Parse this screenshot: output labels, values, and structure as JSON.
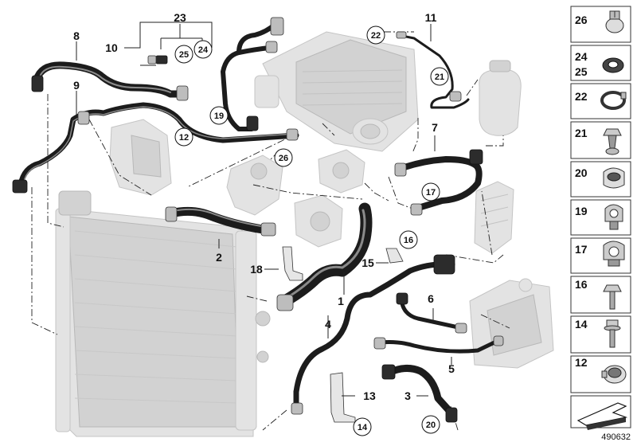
{
  "diagram_number": "490632",
  "callouts": [
    {
      "id": "c1",
      "label": "1"
    },
    {
      "id": "c2",
      "label": "2"
    },
    {
      "id": "c3",
      "label": "3"
    },
    {
      "id": "c4",
      "label": "4"
    },
    {
      "id": "c5",
      "label": "5"
    },
    {
      "id": "c6",
      "label": "6"
    },
    {
      "id": "c7",
      "label": "7"
    },
    {
      "id": "c8",
      "label": "8"
    },
    {
      "id": "c9",
      "label": "9"
    },
    {
      "id": "c10",
      "label": "10"
    },
    {
      "id": "c11",
      "label": "11"
    },
    {
      "id": "c13",
      "label": "13"
    },
    {
      "id": "c15",
      "label": "15"
    },
    {
      "id": "c18",
      "label": "18"
    },
    {
      "id": "c23",
      "label": "23"
    }
  ],
  "circled_callouts": [
    {
      "id": "cc25",
      "label": "25"
    },
    {
      "id": "cc24",
      "label": "24"
    },
    {
      "id": "cc22",
      "label": "22"
    },
    {
      "id": "cc21",
      "label": "21"
    },
    {
      "id": "cc19",
      "label": "19"
    },
    {
      "id": "cc12",
      "label": "12"
    },
    {
      "id": "cc26",
      "label": "26"
    },
    {
      "id": "cc17",
      "label": "17"
    },
    {
      "id": "cc16",
      "label": "16"
    },
    {
      "id": "cc14",
      "label": "14"
    },
    {
      "id": "cc20",
      "label": "20"
    }
  ],
  "legend": [
    {
      "label": "26",
      "icon": "hose-clamp-26-icon"
    },
    {
      "label": "24",
      "icon": "seal-ring-icon",
      "label2": "25"
    },
    {
      "label": "22",
      "icon": "band-clamp-icon"
    },
    {
      "label": "21",
      "icon": "expanding-rivet-icon"
    },
    {
      "label": "20",
      "icon": "sleeve-clamp-icon"
    },
    {
      "label": "19",
      "icon": "holder-clip-19-icon"
    },
    {
      "label": "17",
      "icon": "holder-clip-17-icon"
    },
    {
      "label": "16",
      "icon": "hex-bolt-icon"
    },
    {
      "label": "14",
      "icon": "collar-bolt-icon"
    },
    {
      "label": "12",
      "icon": "spring-clamp-icon"
    }
  ]
}
